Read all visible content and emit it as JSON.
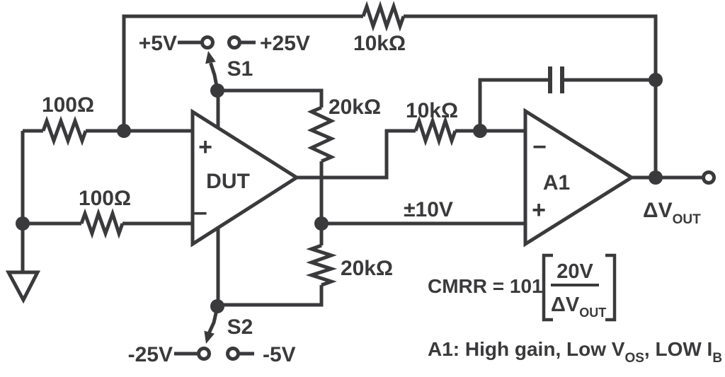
{
  "colors": {
    "ink": "#3a3a3c",
    "background": "#ffffff"
  },
  "schematic": {
    "supplies": {
      "s1_left": "+5V",
      "s1_right": "+25V",
      "s1_name": "S1",
      "s2_left": "-25V",
      "s2_right": "-5V",
      "s2_name": "S2"
    },
    "resistors": {
      "r_in_top": "100Ω",
      "r_in_bottom": "100Ω",
      "r_feedback": "10kΩ",
      "r_a1_input": "10kΩ",
      "r_divider_top": "20kΩ",
      "r_divider_bottom": "20kΩ"
    },
    "dut": {
      "name": "DUT",
      "plus": "+",
      "minus": "−"
    },
    "a1": {
      "name": "A1",
      "minus": "−",
      "plus": "+"
    },
    "signals": {
      "cm_swing": "±10V",
      "vout_main": "ΔV",
      "vout_sub": "OUT"
    },
    "formula": {
      "lhs": "CMRR = 101",
      "numerator": "20V",
      "den_main": "ΔV",
      "den_sub": "OUT"
    },
    "note": {
      "part1": "A1: High gain, Low V",
      "sub1": "OS",
      "part2": ", LOW I",
      "sub2": "B"
    }
  }
}
